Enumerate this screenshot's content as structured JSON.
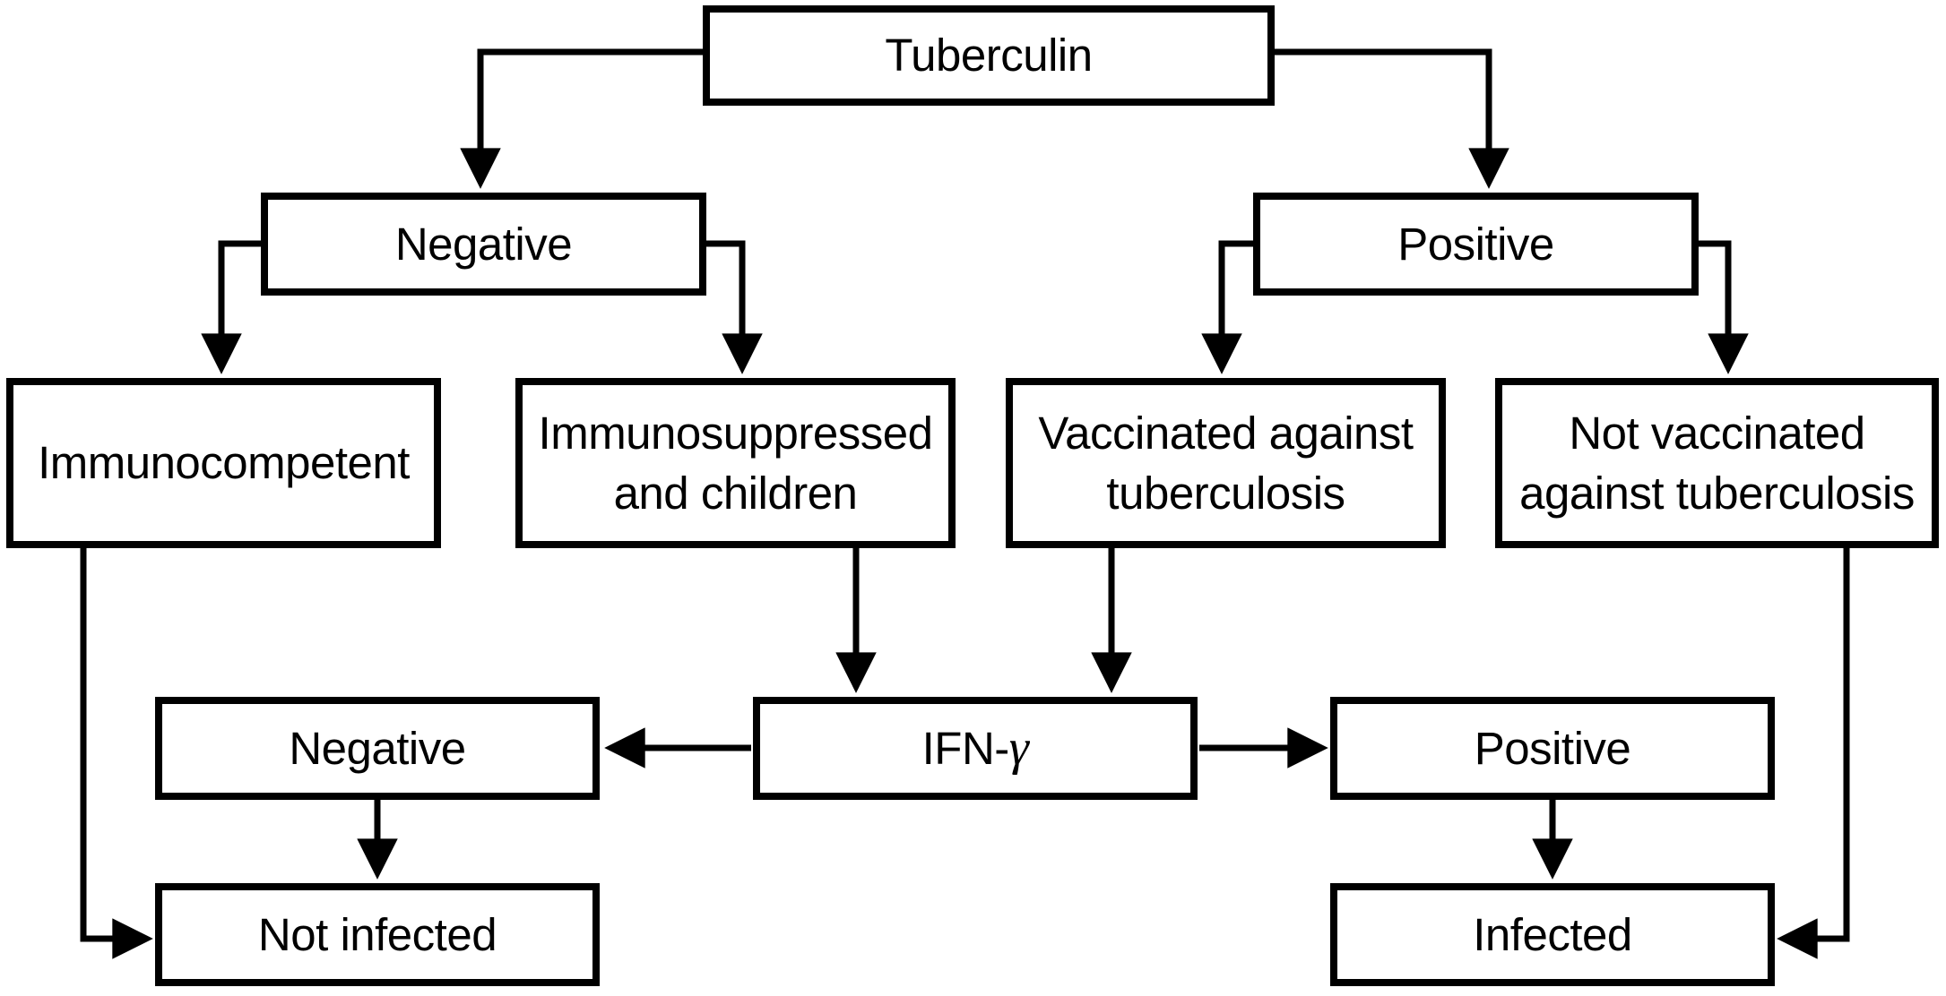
{
  "colors": {
    "line": "#000000",
    "text": "#000000",
    "background": "#ffffff"
  },
  "nodes": {
    "tuberculin": {
      "label": "Tuberculin"
    },
    "negative_tst": {
      "label": "Negative"
    },
    "positive_tst": {
      "label": "Positive"
    },
    "immunocompetent": {
      "label": "Immunocompetent"
    },
    "immunosuppressed": {
      "label": "Immunosuppressed\nand children"
    },
    "vaccinated": {
      "label": "Vaccinated against\ntuberculosis"
    },
    "not_vaccinated": {
      "label": "Not vaccinated\nagainst tuberculosis"
    },
    "ifn": {
      "prefix": "IFN-",
      "gamma": "γ"
    },
    "negative_ifn": {
      "label": "Negative"
    },
    "positive_ifn": {
      "label": "Positive"
    },
    "not_infected": {
      "label": "Not infected"
    },
    "infected": {
      "label": "Infected"
    }
  },
  "edges": [
    {
      "from": "tuberculin",
      "to": "negative_tst"
    },
    {
      "from": "tuberculin",
      "to": "positive_tst"
    },
    {
      "from": "negative_tst",
      "to": "immunocompetent"
    },
    {
      "from": "negative_tst",
      "to": "immunosuppressed"
    },
    {
      "from": "positive_tst",
      "to": "vaccinated"
    },
    {
      "from": "positive_tst",
      "to": "not_vaccinated"
    },
    {
      "from": "immunosuppressed",
      "to": "ifn"
    },
    {
      "from": "vaccinated",
      "to": "ifn"
    },
    {
      "from": "ifn",
      "to": "negative_ifn"
    },
    {
      "from": "ifn",
      "to": "positive_ifn"
    },
    {
      "from": "negative_ifn",
      "to": "not_infected"
    },
    {
      "from": "positive_ifn",
      "to": "infected"
    },
    {
      "from": "immunocompetent",
      "to": "not_infected"
    },
    {
      "from": "not_vaccinated",
      "to": "infected"
    }
  ]
}
